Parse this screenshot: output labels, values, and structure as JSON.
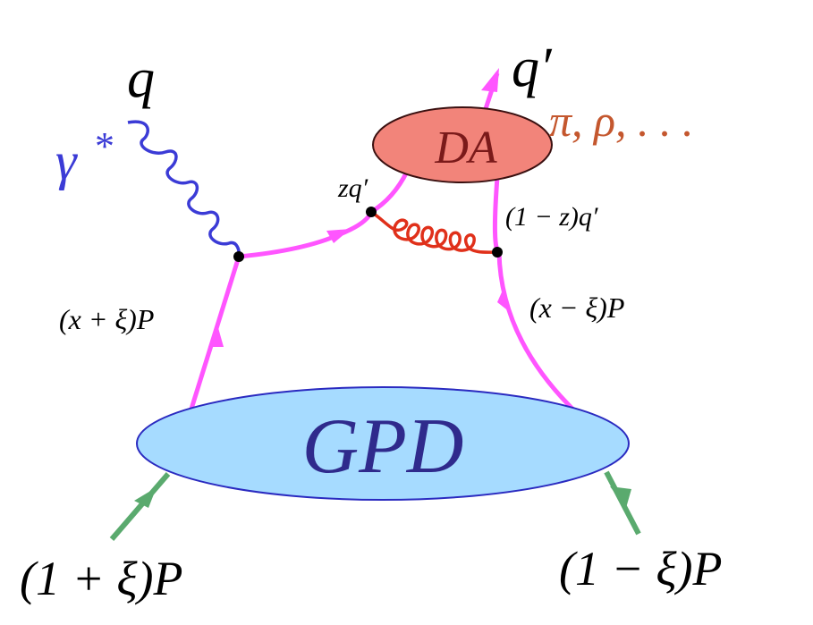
{
  "labels": {
    "q": "q",
    "gamma": "γ",
    "gamma_star": "*",
    "q_prime": "q′",
    "da_blob": "DA",
    "mesons": "π, ρ, . . .",
    "zq": "zq′",
    "one_minus_z_q": "(1 − z)q′",
    "x_plus_xi_P": "(x + ξ)P",
    "x_minus_xi_P": "(x − ξ)P",
    "gpd_blob": "GPD",
    "one_plus_xi_P": "(1 + ξ)P",
    "one_minus_xi_P": "(1 − ξ)P"
  },
  "colors": {
    "quark_line": "#ff55ff",
    "photon_line": "#3b3bd6",
    "gluon_line": "#e0301a",
    "hadron_line": "#5aaa6e",
    "gpd_fill": "#a6dbff",
    "gpd_stroke": "#2a2ac0",
    "gpd_text": "#2f2a8c",
    "da_fill": "#f2847a",
    "da_stroke": "#3a1010",
    "da_text": "#7a1a1a",
    "meson_text": "#c4572e",
    "photon_text": "#3b3bd6",
    "text": "#000000"
  }
}
